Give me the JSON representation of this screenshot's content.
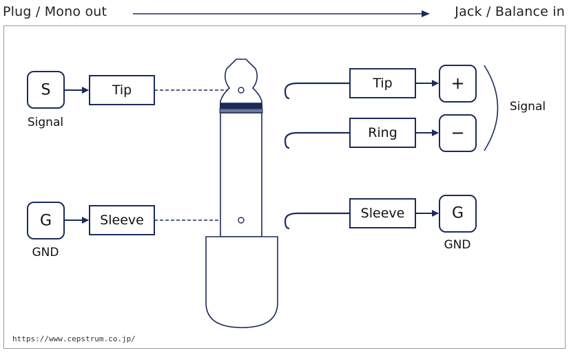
{
  "header": {
    "left": "Plug / Mono out",
    "right": "Jack / Balance in"
  },
  "plug_side": {
    "signal_badge": "S",
    "signal_caption": "Signal",
    "gnd_badge": "G",
    "gnd_caption": "GND",
    "tip_label": "Tip",
    "sleeve_label": "Sleeve"
  },
  "jack_side": {
    "tip_label": "Tip",
    "ring_label": "Ring",
    "sleeve_label": "Sleeve",
    "plus_badge": "+",
    "minus_badge": "−",
    "gnd_badge": "G",
    "gnd_caption": "GND",
    "signal_caption": "Signal"
  },
  "footer": {
    "url": "https://www.cepstrum.co.jp/"
  },
  "colors": {
    "accent": "#1b2a5c",
    "frame": "#9a9a9a",
    "text": "#111111"
  }
}
